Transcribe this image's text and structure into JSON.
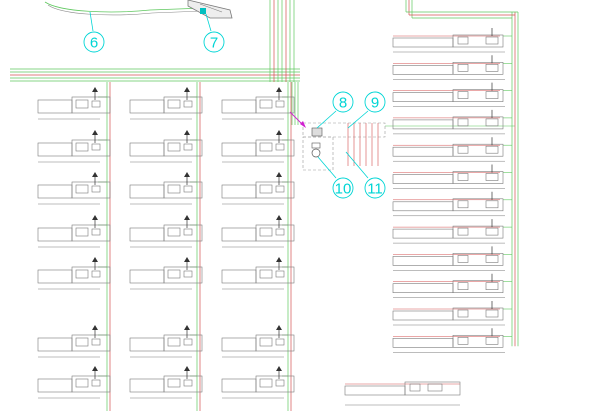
{
  "callouts": [
    "6",
    "7",
    "8",
    "9",
    "10",
    "11"
  ],
  "colors": {
    "background": "#ffffff",
    "machine_outline": "#7a7a7a",
    "pipe_green": "#5fc85f",
    "pipe_red": "#d55050",
    "callout": "#00d5d5",
    "magenta_arrow": "#d020d0"
  },
  "layout_groups": {
    "left_grid": {
      "columns": 3,
      "rows": 7
    },
    "right_column": {
      "rows": 12
    }
  }
}
